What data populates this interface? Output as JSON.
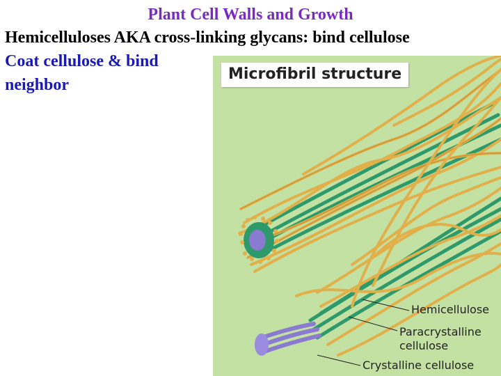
{
  "slide": {
    "title": "Plant Cell Walls and Growth",
    "line1": "Hemicelluloses AKA cross-linking glycans: bind cellulose",
    "line2": "Coat cellulose & bind",
    "line3": "neighbor"
  },
  "figure": {
    "label": "Microfibril structure",
    "callouts": {
      "hemicellulose": "Hemicellulose",
      "paracrystalline_line1": "Paracrystalline",
      "paracrystalline_line2": "cellulose",
      "crystalline": "Crystalline cellulose"
    },
    "colors": {
      "background": "#c4e1a4",
      "hemicellulose": "#e2b04a",
      "paracrystalline": "#2e9a6c",
      "crystalline": "#8a7ad0"
    }
  }
}
